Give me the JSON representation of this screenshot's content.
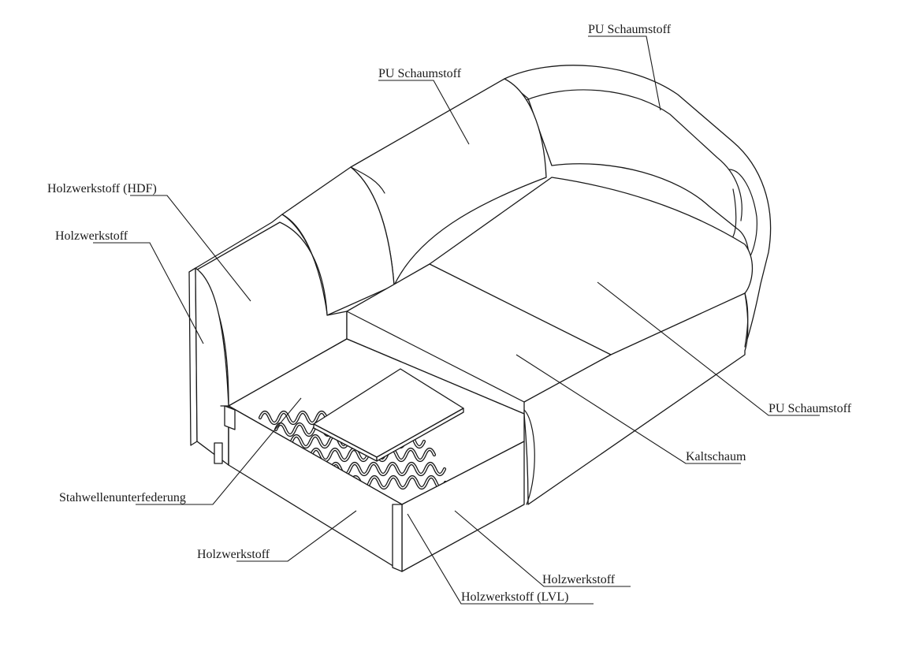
{
  "labels": {
    "pu_back_arm": "PU Schaumstoff",
    "pu_backrest": "PU Schaumstoff",
    "hdf_panel": "Holzwerkstoff (HDF)",
    "side_panel": "Holzwerkstoff",
    "pu_seat": "PU Schaumstoff",
    "cold_foam": "Kaltschaum",
    "springs": "Stahwellenunterfederung",
    "front_panel": "Holzwerkstoff",
    "right_panel": "Holzwerkstoff",
    "lvl_post": "Holzwerkstoff (LVL)"
  },
  "colors": {
    "line": "#1a1a1a",
    "background": "#ffffff"
  }
}
